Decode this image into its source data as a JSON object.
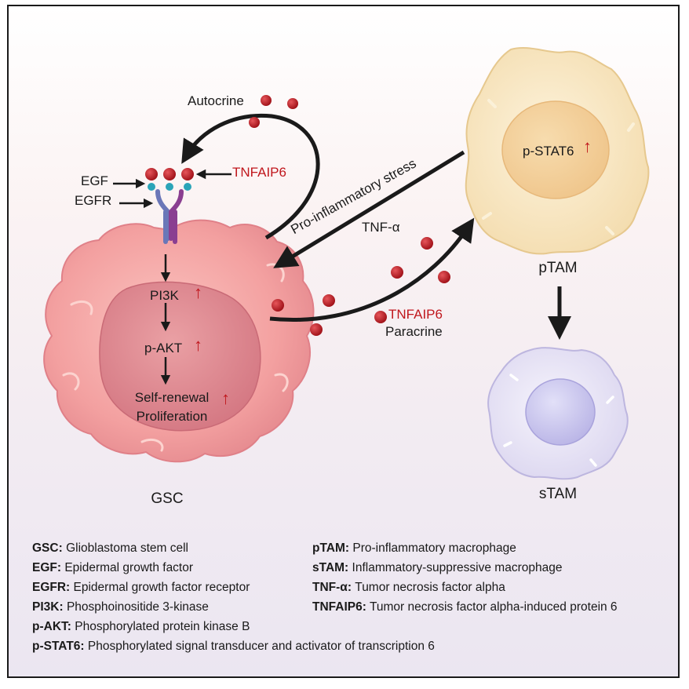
{
  "labels": {
    "autocrine": "Autocrine",
    "egf": "EGF",
    "egfr": "EGFR",
    "tnfaip6_top": "TNFAIP6",
    "pro_inflammatory_stress": "Pro-inflammatory stress",
    "tnf_alpha": "TNF-α",
    "pi3k": "PI3K",
    "p_akt": "p-AKT",
    "self_renewal": "Self-renewal",
    "proliferation": "Proliferation",
    "tnfaip6_paracrine": "TNFAIP6",
    "paracrine": "Paracrine",
    "p_stat6": "p-STAT6",
    "gsc": "GSC",
    "ptam": "pTAM",
    "stam": "sTAM",
    "up_arrow": "↑"
  },
  "legend": [
    {
      "abbr": "GSC:",
      "desc": "Glioblastoma stem cell"
    },
    {
      "abbr": "EGF:",
      "desc": "Epidermal growth factor"
    },
    {
      "abbr": "EGFR:",
      "desc": "Epidermal growth factor receptor"
    },
    {
      "abbr": "PI3K:",
      "desc": "Phosphoinositide 3-kinase"
    },
    {
      "abbr": "p-AKT:",
      "desc": "Phosphorylated protein kinase B"
    },
    {
      "abbr": "p-STAT6:",
      "desc": "Phosphorylated signal transducer and activator of transcription 6"
    },
    {
      "abbr": "pTAM:",
      "desc": "Pro-inflammatory macrophage"
    },
    {
      "abbr": "sTAM:",
      "desc": "Inflammatory-suppressive macrophage"
    },
    {
      "abbr": "TNF-α:",
      "desc": "Tumor necrosis factor alpha"
    },
    {
      "abbr": "TNFAIP6:",
      "desc": "Tumor necrosis factor alpha-induced protein 6"
    }
  ],
  "colors": {
    "gsc_outer": "#f4a3a3",
    "gsc_inner": "#dc7f86",
    "ptam_outer": "#f7e4b8",
    "ptam_inner": "#f2cc8f",
    "stam_outer": "#e6e2f5",
    "stam_inner": "#c9c6ee",
    "ligand": "#b3141b",
    "receptor_blue": "#6a77b8",
    "receptor_purple": "#8a3f91",
    "accent_red": "#c0171d"
  }
}
